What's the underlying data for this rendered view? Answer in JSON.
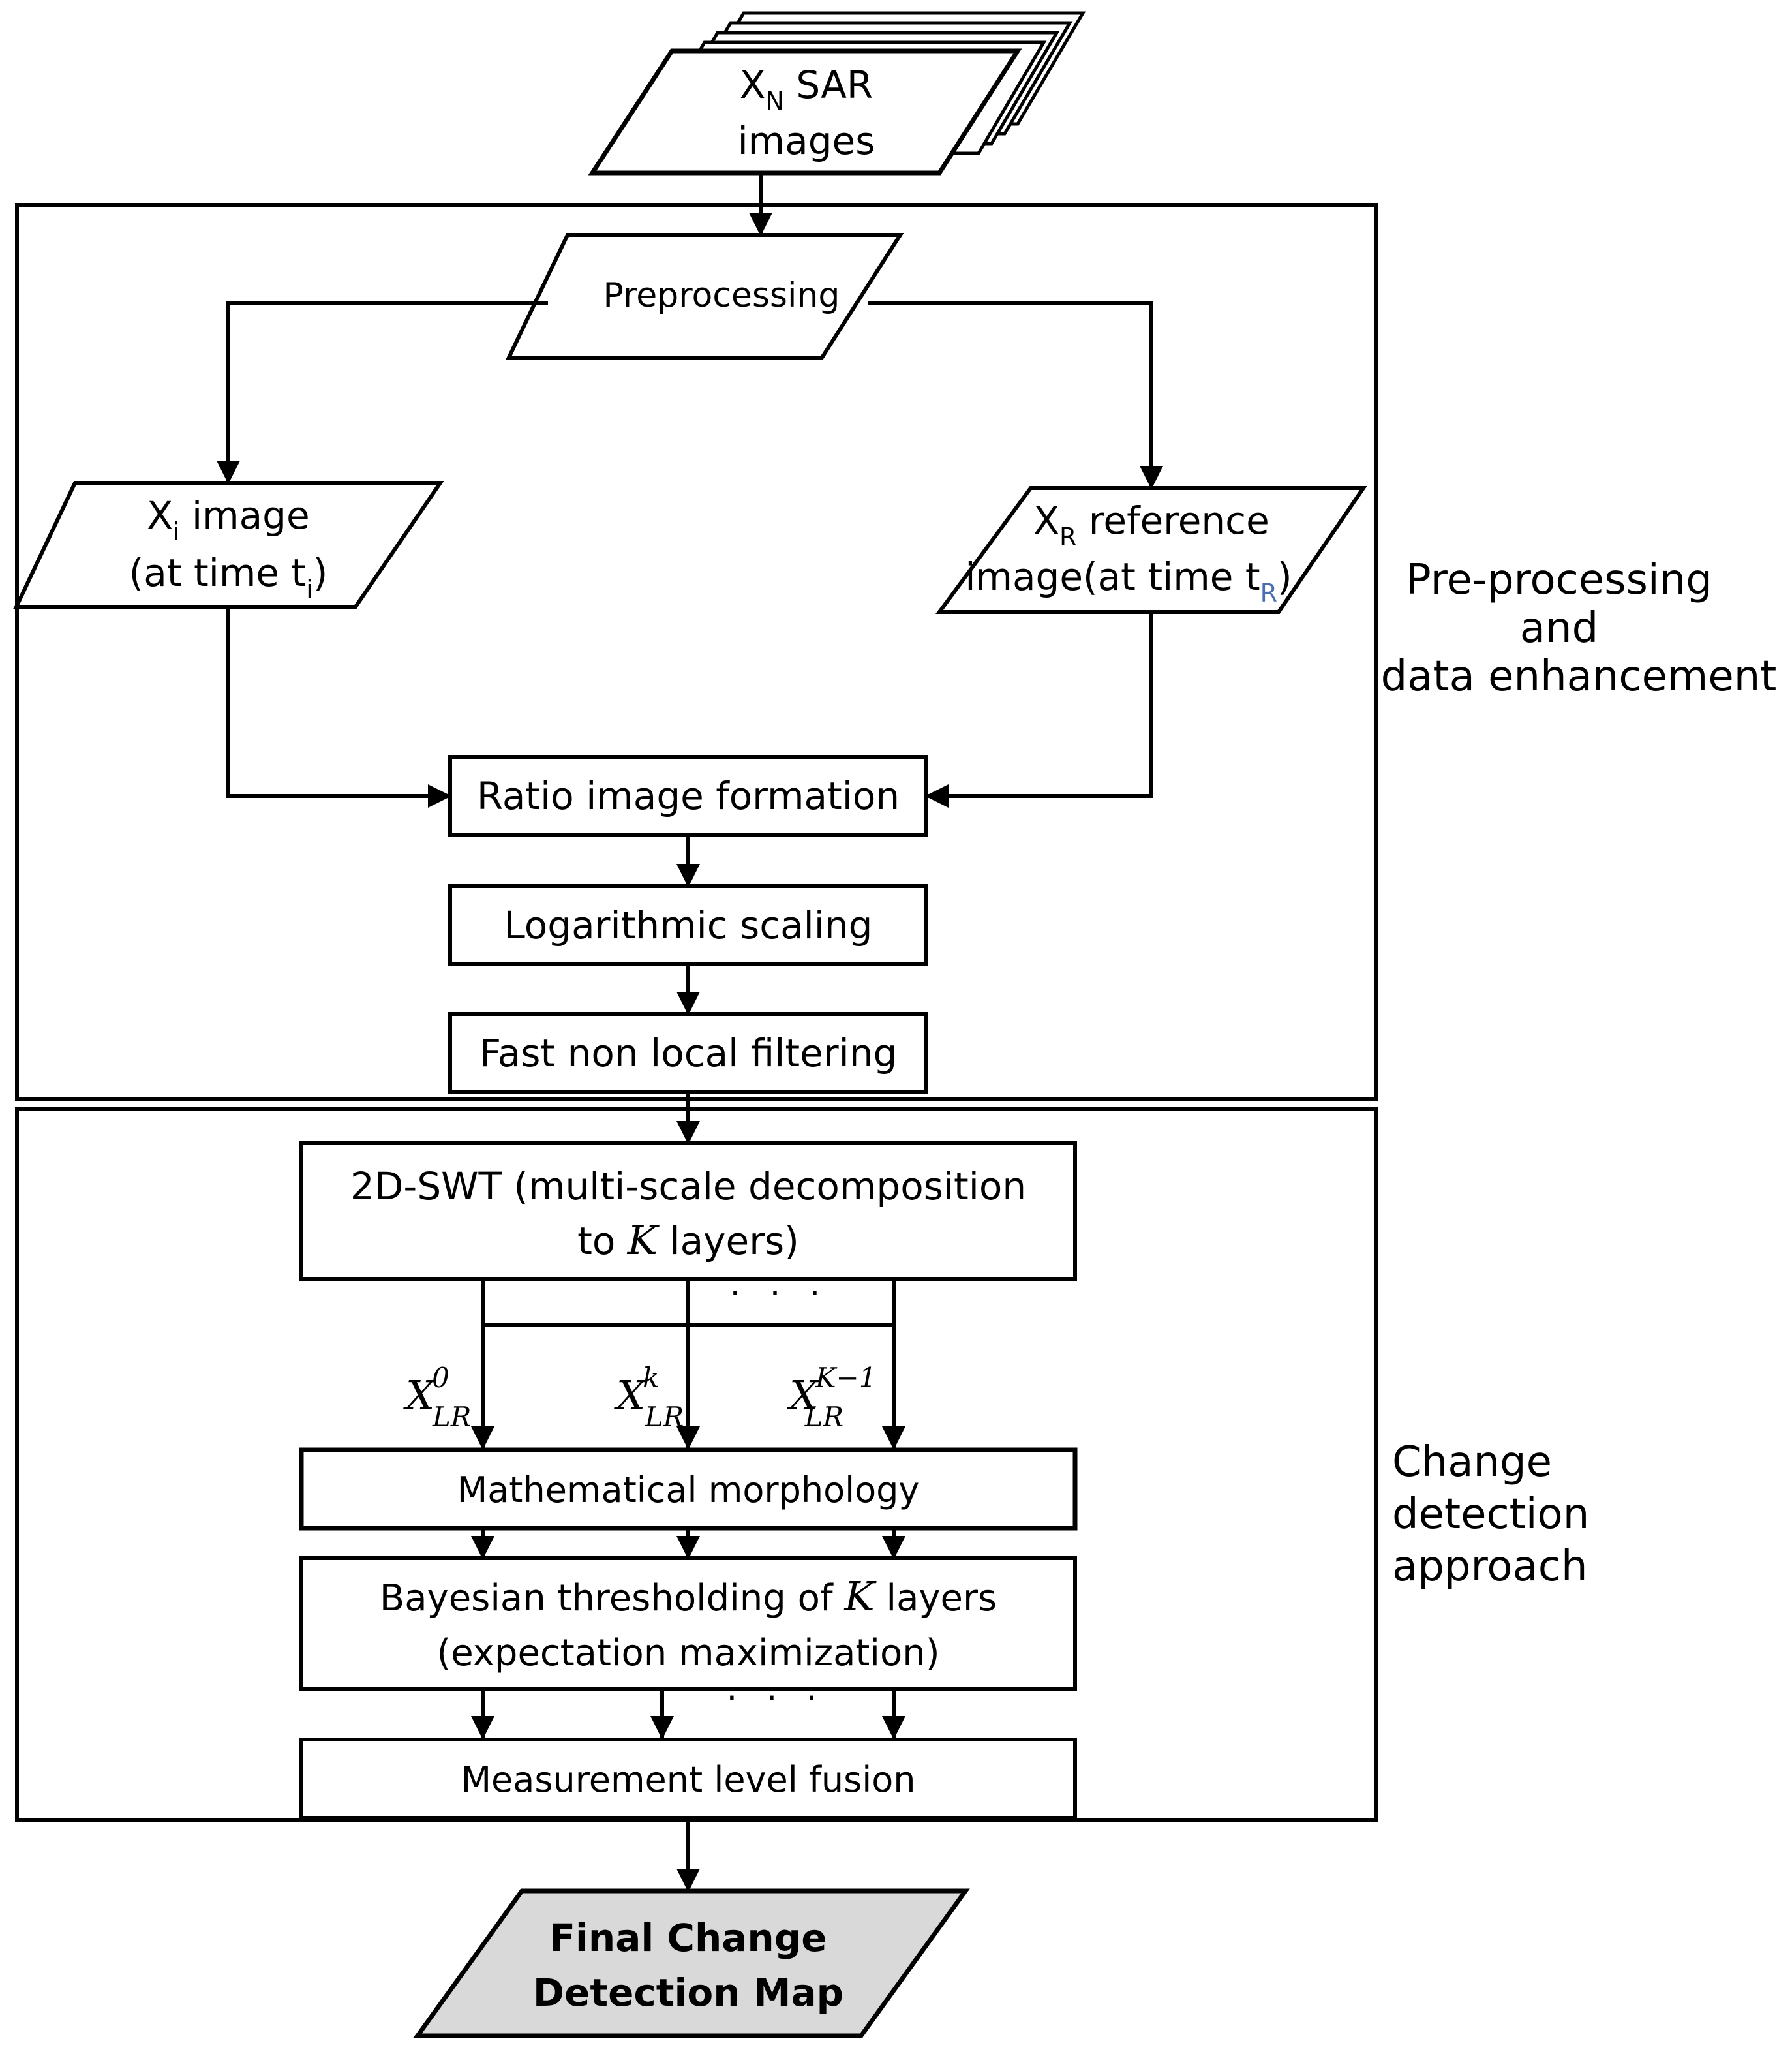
{
  "input": {
    "var": "X",
    "sub": "N",
    "line1_rest": " SAR",
    "line2": "images"
  },
  "preprocessing": "Preprocessing",
  "image_i": {
    "var": "X",
    "sub": "i",
    "line1_rest": " image",
    "line2_pre": "(at time t",
    "line2_sub": "i",
    "line2_post": ")"
  },
  "image_ref": {
    "var": "X",
    "sub": "R",
    "line1_rest": " reference",
    "line2_pre": "image(at time t",
    "line2_sub": "R",
    "line2_post": ")"
  },
  "ratio": "Ratio image formation",
  "log": "Logarithmic scaling",
  "filter": "Fast non local filtering",
  "swt": {
    "line1": "2D-SWT (multi-scale decomposition",
    "line2_pre": "to ",
    "line2_k": "K",
    "line2_post": " layers)"
  },
  "layers": [
    {
      "base": "X",
      "sub": "LR",
      "sup": "0"
    },
    {
      "base": "X",
      "sub": "LR",
      "sup": "k"
    },
    {
      "base": "X",
      "sub": "LR",
      "sup": "K−1"
    }
  ],
  "dots": "· · ·",
  "morphology": "Mathematical morphology",
  "bayes": {
    "line1_pre": "Bayesian thresholding of ",
    "line1_k": "K",
    "line1_post": " layers",
    "line2": "(expectation maximization)"
  },
  "fusion": "Measurement level fusion",
  "output": {
    "line1": "Final Change",
    "line2": "Detection  Map"
  },
  "section1": {
    "line1": "Pre-processing",
    "line2": "and",
    "line3": "data enhancement"
  },
  "section2": {
    "line1": "Change",
    "line2": "detection",
    "line3": "approach"
  },
  "colors": {
    "stroke": "#000000",
    "output_fill": "#d9d9d9",
    "background": "#ffffff"
  }
}
